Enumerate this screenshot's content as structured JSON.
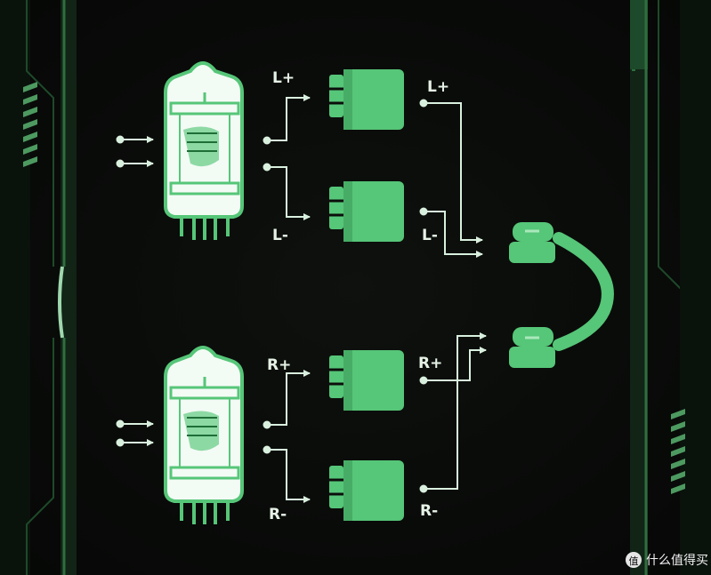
{
  "labels": {
    "left_amp_plus_label": "L+",
    "left_amp_minus_label": "L-",
    "left_out_plus_label": "L+",
    "left_out_minus_label": "L-",
    "right_amp_plus_label": "R+",
    "right_amp_minus_label": "R-",
    "right_out_plus_label": "R+",
    "right_out_minus_label": "R-"
  },
  "watermark": {
    "badge": "值",
    "text": "什么值得买"
  },
  "colors": {
    "background": "#0b0d0b",
    "accent_green": "#56c678",
    "outline_green": "#7fd89a",
    "tube_fill": "#f3fbf5",
    "panel_frame": "#1f3a27"
  }
}
